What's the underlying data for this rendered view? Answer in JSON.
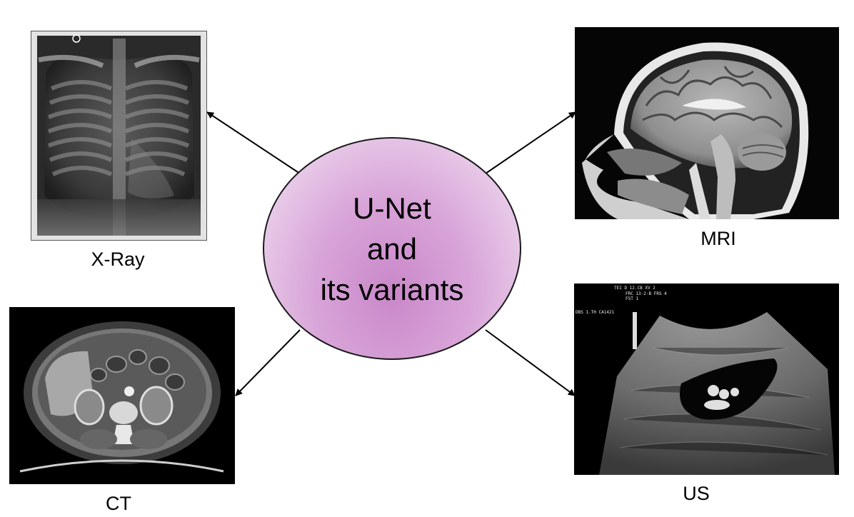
{
  "center": {
    "line1": "U-Net",
    "line2": "and",
    "line3": "its variants"
  },
  "modalities": {
    "xray": {
      "label": "X-Ray"
    },
    "mri": {
      "label": "MRI"
    },
    "ct": {
      "label": "CT"
    },
    "us": {
      "label": "US",
      "overlay": "DBS 1.TH CA1421"
    }
  },
  "colors": {
    "ellipse_fill": "#d9a6d9",
    "ellipse_border": "#1a1a1a",
    "arrow": "#000000"
  }
}
